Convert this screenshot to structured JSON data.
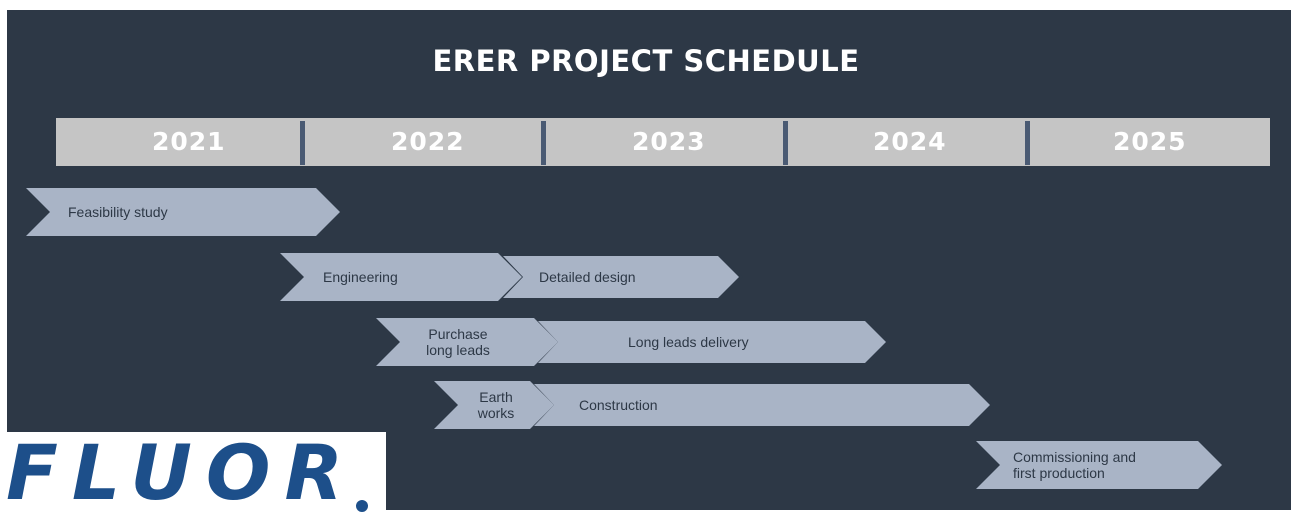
{
  "title": "ERER PROJECT SCHEDULE",
  "years": [
    "2021",
    "2022",
    "2023",
    "2024",
    "2025"
  ],
  "tasks": {
    "feasibility": "Feasibility study",
    "engineering": "Engineering",
    "detailed_design": "Detailed design",
    "purchase_line1": "Purchase",
    "purchase_line2": "long leads",
    "long_leads_delivery": "Long leads delivery",
    "earth_line1": "Earth",
    "earth_line2": "works",
    "construction": "Construction",
    "commissioning_line1": "Commissioning and",
    "commissioning_line2": "first production"
  },
  "logo": {
    "text": "FLUOR",
    "color": "#1d4f8a"
  },
  "colors": {
    "background": "#2d3846",
    "chevron": "#a9b4c6",
    "year_bar": "#c5c5c5",
    "separator": "#4a5a73"
  }
}
